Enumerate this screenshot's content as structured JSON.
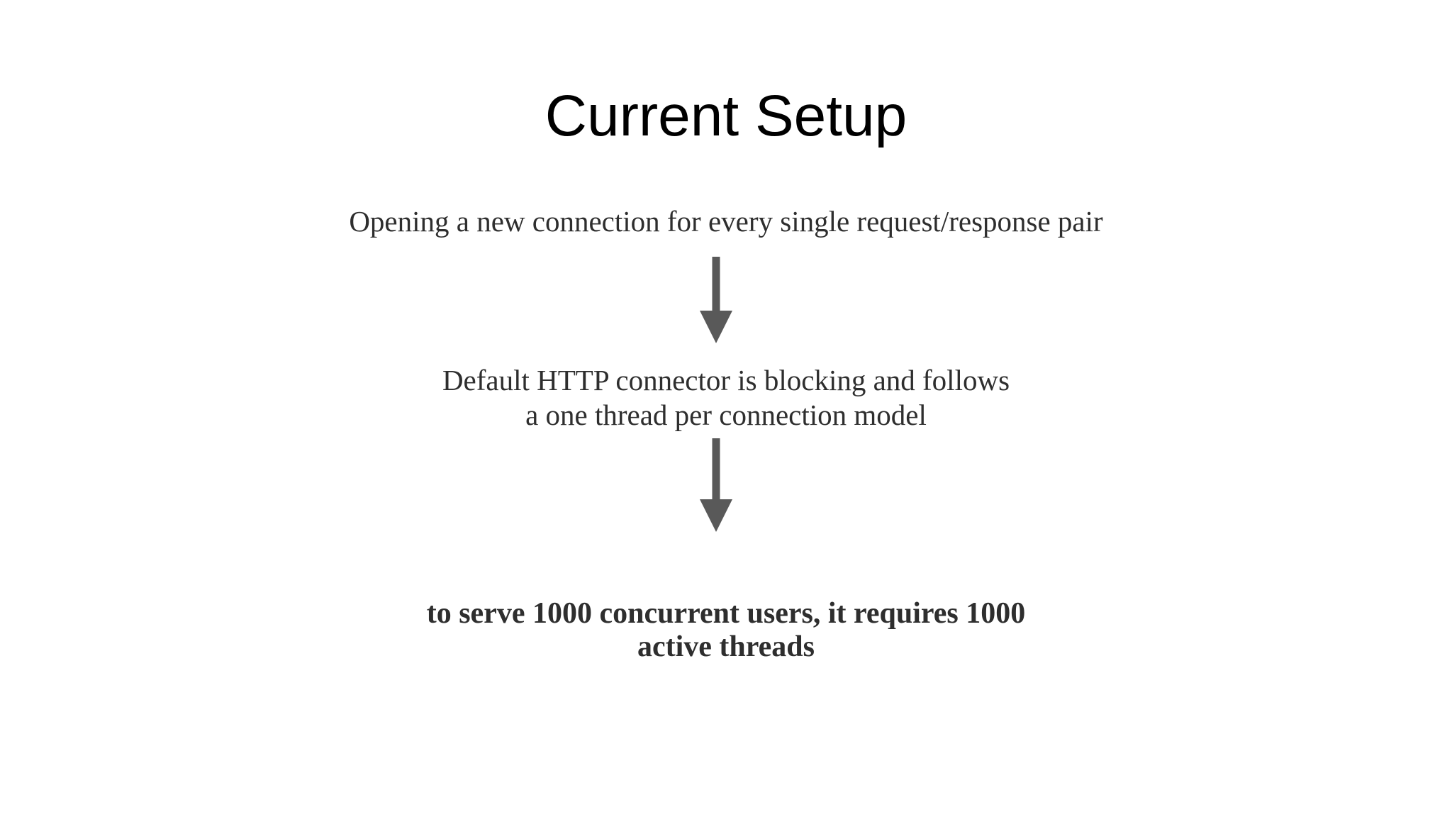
{
  "slide": {
    "title": "Current Setup",
    "steps": [
      {
        "lines": [
          "Opening a new connection for every single request/response pair"
        ]
      },
      {
        "lines": [
          "Default HTTP connector is blocking and follows",
          "a one thread per connection model"
        ]
      },
      {
        "lines": [
          "to serve 1000 concurrent users, it requires 1000",
          "active threads"
        ]
      }
    ],
    "colors": {
      "background": "#ffffff",
      "title": "#000000",
      "body_text": "#2e2e2e",
      "arrow": "#595959"
    }
  }
}
